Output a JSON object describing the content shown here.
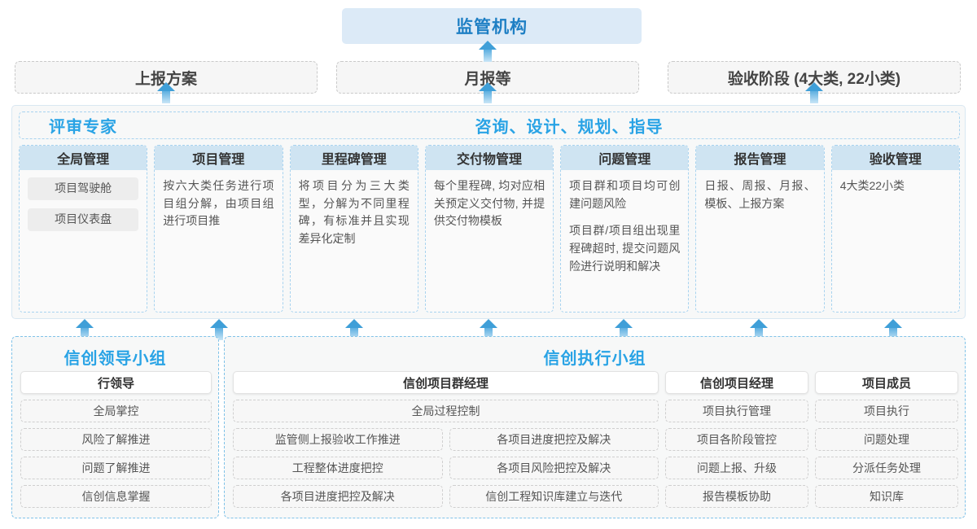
{
  "top": {
    "regulator": "监管机构",
    "reports": [
      "上报方案",
      "月报等",
      "验收阶段 (4大类, 22小类)"
    ]
  },
  "consult": {
    "left_title": "评审专家",
    "center_title": "咨询、设计、规划、指导",
    "columns": [
      {
        "title": "全局管理",
        "chips": [
          "项目驾驶舱",
          "项目仪表盘"
        ],
        "paragraphs": []
      },
      {
        "title": "项目管理",
        "chips": [],
        "paragraphs": [
          "按六大类任务进行项目组分解，由项目组进行项目推"
        ]
      },
      {
        "title": "里程碑管理",
        "chips": [],
        "paragraphs": [
          "将项目分为三大类型，分解为不同里程碑，有标准并且实现差异化定制"
        ]
      },
      {
        "title": "交付物管理",
        "chips": [],
        "paragraphs": [
          "每个里程碑, 均对应相关预定义交付物, 并提供交付物模板"
        ]
      },
      {
        "title": "问题管理",
        "chips": [],
        "paragraphs": [
          "项目群和项目均可创建问题风险",
          "项目群/项目组出现里程碑超时, 提交问题风险进行说明和解决"
        ]
      },
      {
        "title": "报告管理",
        "chips": [],
        "paragraphs": [
          "日报、周报、月报、模板、上报方案"
        ]
      },
      {
        "title": "验收管理",
        "chips": [],
        "paragraphs": [
          "4大类22小类"
        ]
      }
    ]
  },
  "lead_group": {
    "title": "信创领导小组",
    "role": "行领导",
    "items": [
      "全局掌控",
      "风险了解推进",
      "问题了解推进",
      "信创信息掌握"
    ]
  },
  "exec_group": {
    "title": "信创执行小组",
    "program_manager": {
      "role": "信创项目群经理",
      "full_item": "全局过程控制",
      "rows": [
        [
          "监管侧上报验收工作推进",
          "各项目进度把控及解决"
        ],
        [
          "工程整体进度把控",
          "各项目风险把控及解决"
        ],
        [
          "各项目进度把控及解决",
          "信创工程知识库建立与迭代"
        ]
      ]
    },
    "project_manager": {
      "role": "信创项目经理",
      "items": [
        "项目执行管理",
        "项目各阶段管控",
        "问题上报、升级",
        "报告模板协助"
      ]
    },
    "member": {
      "role": "项目成员",
      "items": [
        "项目执行",
        "问题处理",
        "分派任务处理",
        "知识库"
      ]
    }
  },
  "colors": {
    "accent": "#29a3e5",
    "regulator_bg": "#dceaf7",
    "column_head_bg": "#cfe4f2"
  }
}
